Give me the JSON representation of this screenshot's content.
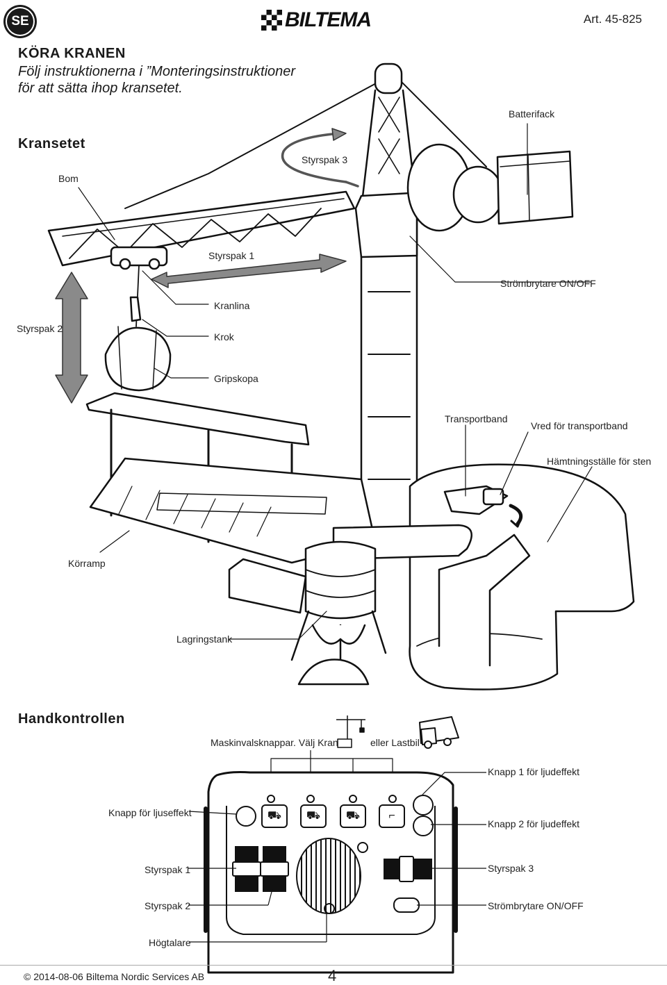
{
  "header": {
    "language_badge": "SE",
    "brand": "BILTEMA",
    "article": "Art. 45-825"
  },
  "intro": {
    "title": "KÖRA KRANEN",
    "line1": "Följ instruktionerna i ”Monteringsinstruktioner",
    "line2": "för att sätta ihop kransetet."
  },
  "crane_set": {
    "title": "Kransetet",
    "labels": {
      "batterifack": "Batterifack",
      "bom": "Bom",
      "styrspak3": "Styrspak 3",
      "styrspak1": "Styrspak 1",
      "strombrytare": "Strömbrytare ON/OFF",
      "kranlina": "Kranlina",
      "styrspak2": "Styrspak 2",
      "krok": "Krok",
      "gripskopa": "Gripskopa",
      "transportband": "Transportband",
      "vred": "Vred för transportband",
      "hamtning": "Hämtningsställe för sten",
      "korramp": "Körramp",
      "lagringstank": "Lagringstank"
    }
  },
  "controller": {
    "title": "Handkontrollen",
    "machine_buttons": "Maskinvalsknappar. Välj Kran",
    "or_truck": "eller Lastbil",
    "sound1": "Knapp 1 för ljudeffekt",
    "light": "Knapp för ljuseffekt",
    "sound2": "Knapp 2 för ljudeffekt",
    "lever1": "Styrspak 1",
    "lever3": "Styrspak 3",
    "lever2": "Styrspak 2",
    "switch": "Strömbrytare ON/OFF",
    "speaker": "Högtalare"
  },
  "footer": {
    "copyright": "© 2014-08-06 Biltema Nordic Services AB",
    "page": "4"
  }
}
